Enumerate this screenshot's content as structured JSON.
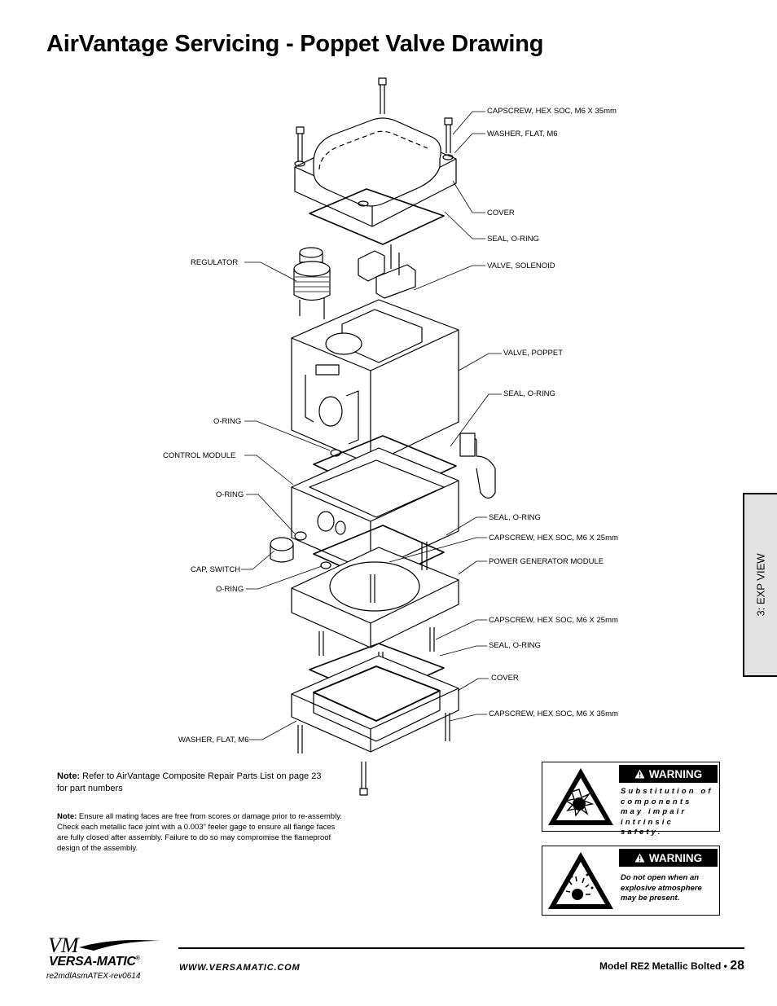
{
  "page": {
    "title": "AirVantage Servicing - Poppet Valve Drawing"
  },
  "callouts": [
    "CAPSCREW, HEX SOC, M6 X 35mm",
    "WASHER, FLAT, M6",
    "COVER",
    "SEAL, O-RING",
    "VALVE, SOLENOID",
    "REGULATOR",
    "VALVE, POPPET",
    "SEAL, O-RING",
    "O-RING",
    "CONTROL MODULE",
    "O-RING",
    "SEAL, O-RING",
    "CAPSCREW, HEX SOC, M6 X 25mm",
    "POWER GENERATOR MODULE",
    "CAP, SWITCH",
    "O-RING",
    "CAPSCREW, HEX SOC, M6 X 25mm",
    "SEAL, O-RING",
    "COVER",
    "CAPSCREW, HEX SOC, M6 X 35mm",
    "WASHER, FLAT, M6"
  ],
  "side_tab": "3: EXP VIEW",
  "notes": {
    "note1_label": "Note:",
    "note1_text": "Refer to AirVantage Composite Repair Parts List on page 23 for part numbers",
    "note2_label": "Note:",
    "note2_text": "Ensure all mating faces are free from scores or damage prior to re-assembly. Check each metallic face joint with a 0.003\" feeler gage to ensure all flange faces are fully closed after assembly. Failure to do so may compromise the flameproof design of the assembly."
  },
  "warnings": [
    {
      "heading": "WARNING",
      "text": "Substitution of components may impair intrinsic safety.",
      "icon": "explosion-hazard-icon"
    },
    {
      "heading": "WARNING",
      "text": "Do not open when an explosive atmosphere may be present.",
      "icon": "explosive-atmosphere-icon"
    }
  ],
  "footer": {
    "brand": "VERSA-MATIC",
    "brand_reg": "®",
    "logo_script": "VM",
    "revision": "re2mdlAsmATEX-rev0614",
    "website": "WWW.VERSAMATIC.COM",
    "model": "Model RE2 Metallic Bolted •",
    "page_number": "28"
  }
}
